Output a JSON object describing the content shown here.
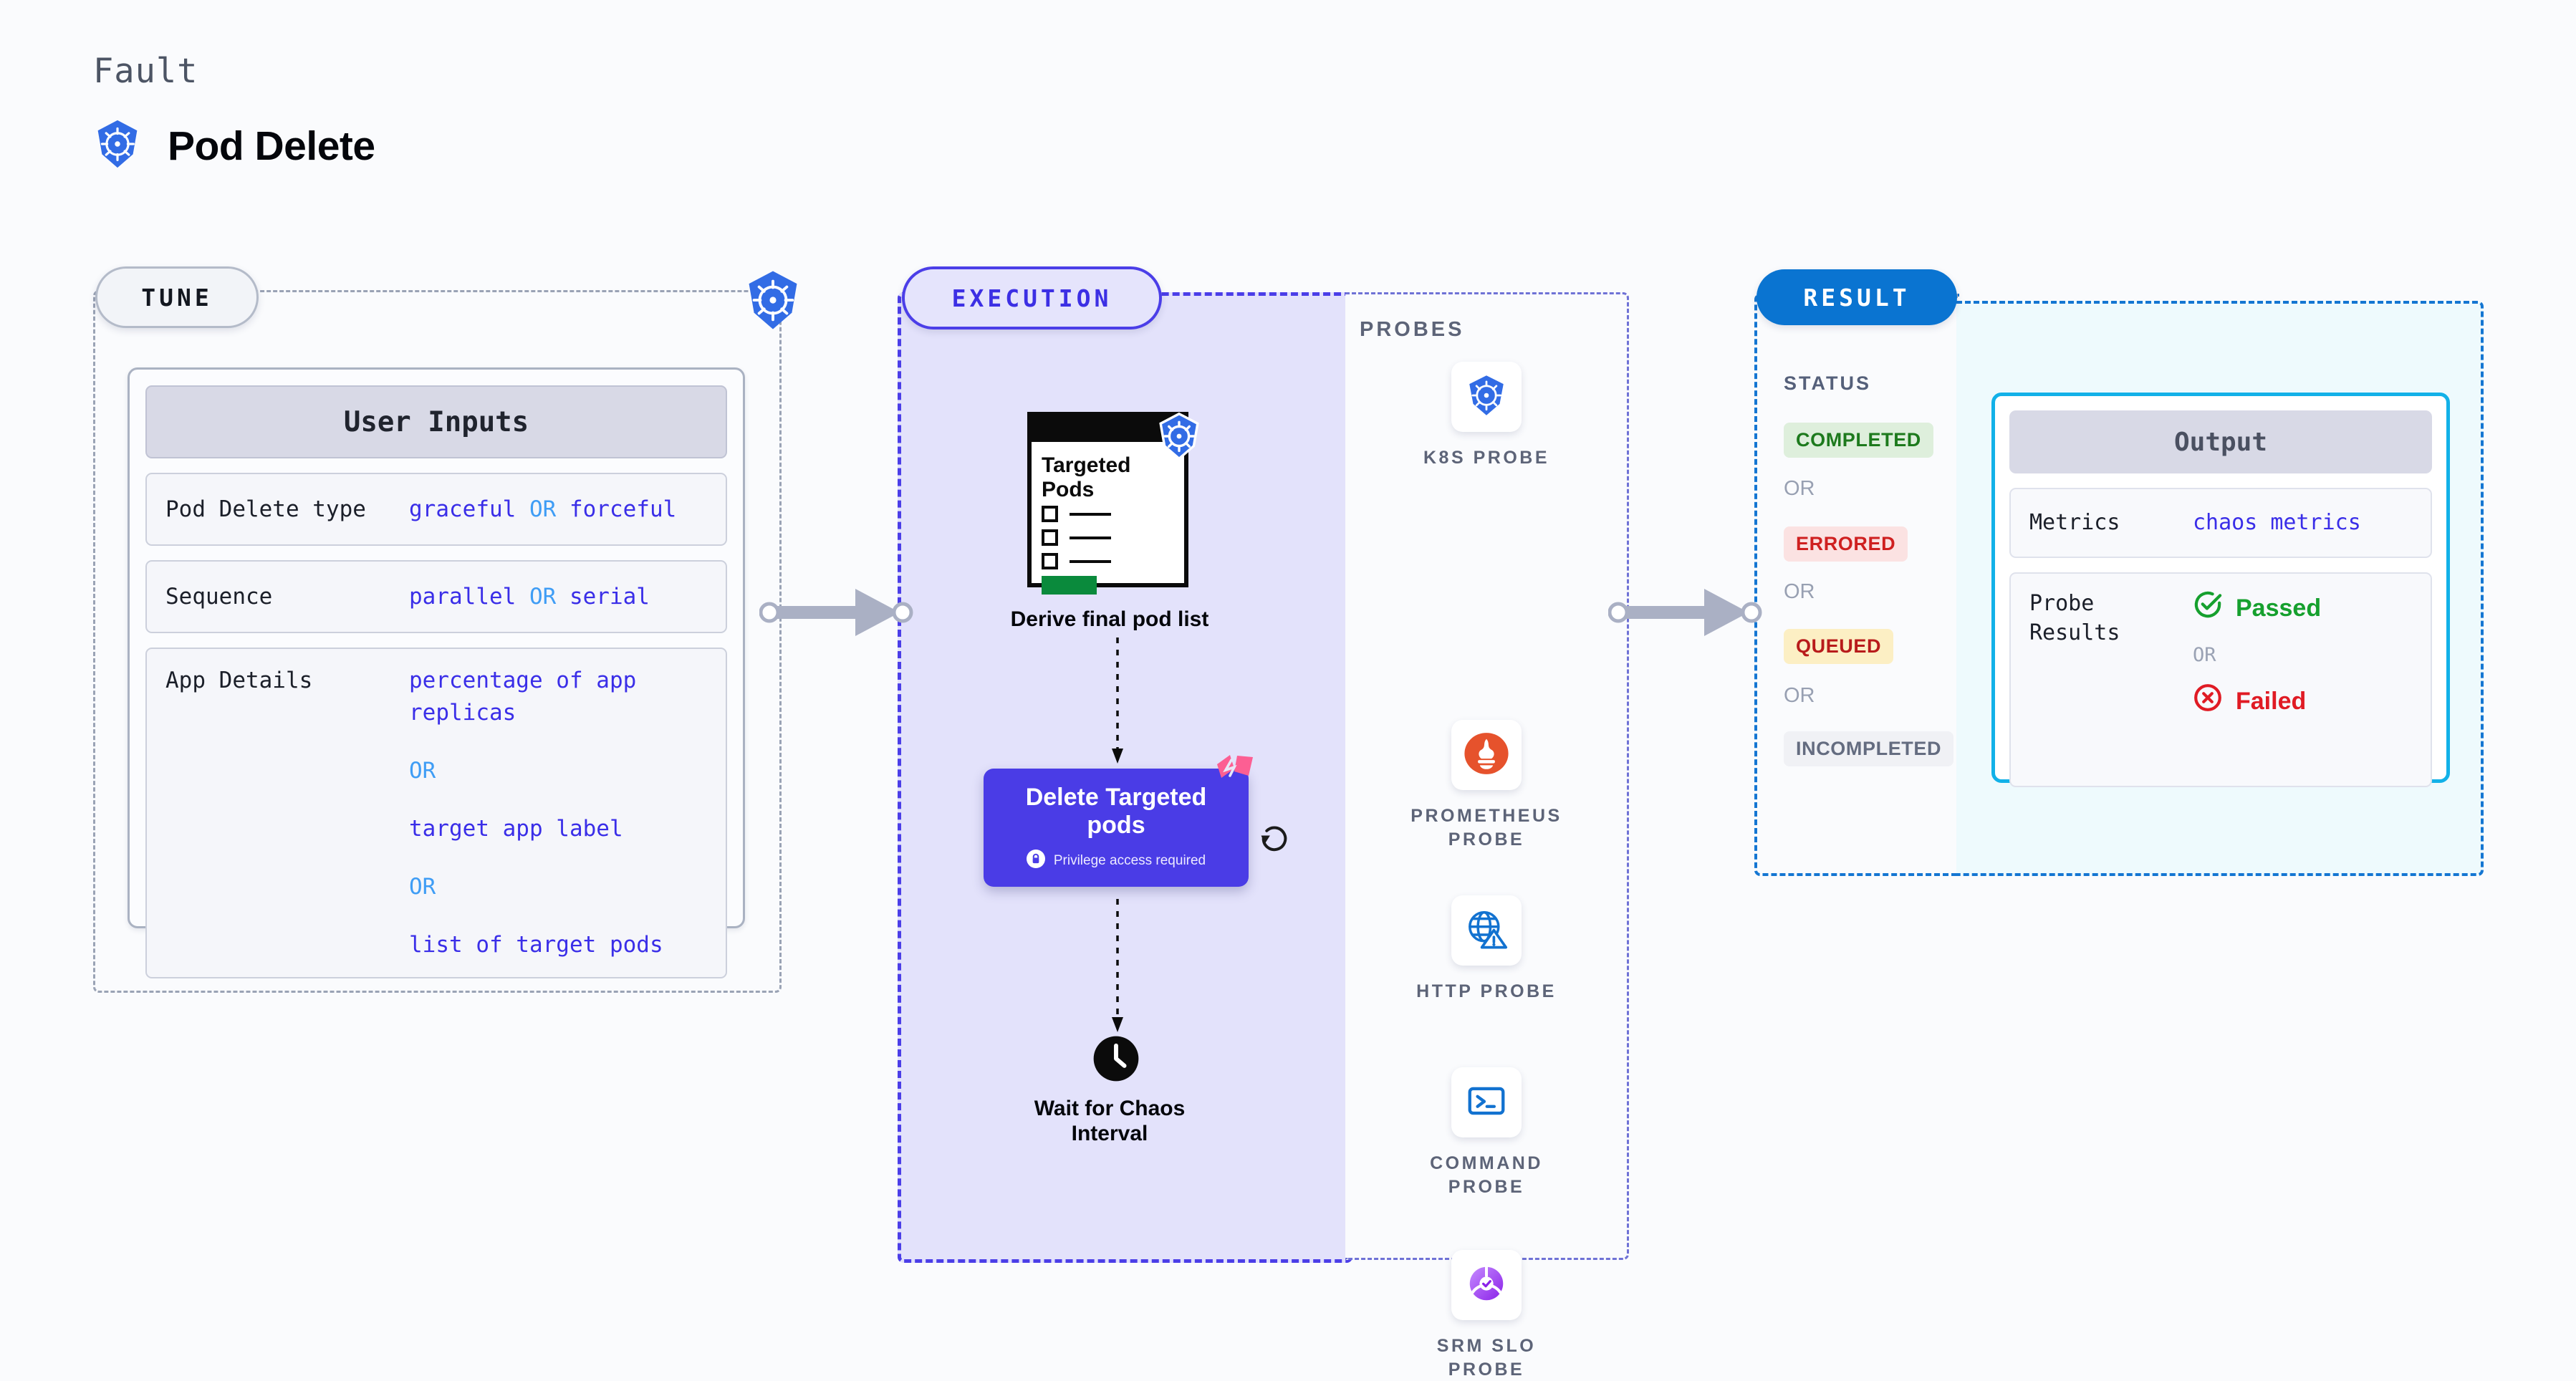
{
  "header": {
    "eyebrow": "Fault",
    "title": "Pod Delete",
    "logo_icon": "kubernetes-icon"
  },
  "tune": {
    "pill_label": "TUNE",
    "badge_icon": "kubernetes-icon",
    "card_title": "User Inputs",
    "rows": [
      {
        "key": "Pod Delete type",
        "values": [
          "graceful",
          "forceful"
        ],
        "separator": "OR"
      },
      {
        "key": "Sequence",
        "values": [
          "parallel",
          "serial"
        ],
        "separator": "OR"
      },
      {
        "key": "App Details",
        "values": [
          "percentage of app replicas",
          "target app label",
          "list of target pods"
        ],
        "separator": "OR"
      }
    ]
  },
  "execution": {
    "pill_label": "EXECUTION",
    "pod_list": {
      "clipboard_title": "Targeted\nPods",
      "clipboard_title_line1": "Targeted",
      "clipboard_title_line2": "Pods",
      "badge_icon": "kubernetes-icon",
      "caption": "Derive final pod list"
    },
    "delete_node": {
      "title_line1": "Delete Targeted",
      "title_line2": "pods",
      "privilege_text": "Privilege access required",
      "privilege_icon": "lock-icon",
      "chaos_badge_icon": "chaos-badge-icon",
      "retry_icon": "loop-retry-icon"
    },
    "wait_node": {
      "icon": "clock-icon",
      "caption_line1": "Wait for Chaos",
      "caption_line2": "Interval"
    }
  },
  "probes": {
    "section_label": "PROBES",
    "items": [
      {
        "name_line1": "K8S",
        "name_line2": "PROBE",
        "icon": "kubernetes-icon"
      },
      {
        "name_line1": "PROMETHEUS",
        "name_line2": "PROBE",
        "icon": "prometheus-icon"
      },
      {
        "name_line1": "HTTP",
        "name_line2": "PROBE",
        "icon": "http-globe-icon"
      },
      {
        "name_line1": "COMMAND",
        "name_line2": "PROBE",
        "icon": "terminal-icon"
      },
      {
        "name_line1": "SRM SLO",
        "name_line2": "PROBE",
        "icon": "srm-slo-icon"
      }
    ]
  },
  "result": {
    "pill_label": "RESULT",
    "status_label": "STATUS",
    "or_label": "OR",
    "statuses": [
      {
        "label": "COMPLETED",
        "bg": "#deefdc",
        "fg": "#1d7a1d"
      },
      {
        "label": "ERRORED",
        "bg": "#fbe2e2",
        "fg": "#cf2020"
      },
      {
        "label": "QUEUED",
        "bg": "#fcefc4",
        "fg": "#b81b1b"
      },
      {
        "label": "INCOMPLETED",
        "bg": "#f0f1f5",
        "fg": "#646c80"
      }
    ],
    "output": {
      "card_title": "Output",
      "metrics_key": "Metrics",
      "metrics_value": "chaos metrics",
      "probe_results_key_line1": "Probe",
      "probe_results_key_line2": "Results",
      "passed_label": "Passed",
      "failed_label": "Failed",
      "or_label": "OR",
      "passed_icon": "check-circle-icon",
      "failed_icon": "x-circle-icon"
    }
  },
  "colors": {
    "kubernetes_blue": "#326ce5",
    "execution_indigo": "#4b3ee8",
    "result_blue": "#0a74d1",
    "output_cyan": "#12b1e8",
    "chaos_pink": "#fc5f93",
    "value_indigo": "#3a2ee8",
    "or_blue": "#3f9df5",
    "page_background": "#fafbfd"
  }
}
